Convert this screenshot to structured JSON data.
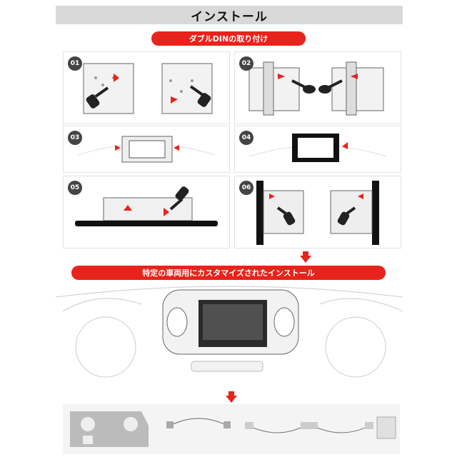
{
  "header": {
    "title": "インストール"
  },
  "section1": {
    "label": "ダブルDINの取り付け"
  },
  "steps": [
    {
      "number": "01"
    },
    {
      "number": "02"
    },
    {
      "number": "03"
    },
    {
      "number": "04"
    },
    {
      "number": "05"
    },
    {
      "number": "06"
    }
  ],
  "section2": {
    "label": "特定の車両用にカスタマイズされたインストール"
  },
  "colors": {
    "accent": "#e8231b",
    "header_bg": "#d9d9d9",
    "badge": "#444444"
  },
  "icons": [
    "down-arrow-icon",
    "screwdriver-icon",
    "red-arrow-icon"
  ]
}
